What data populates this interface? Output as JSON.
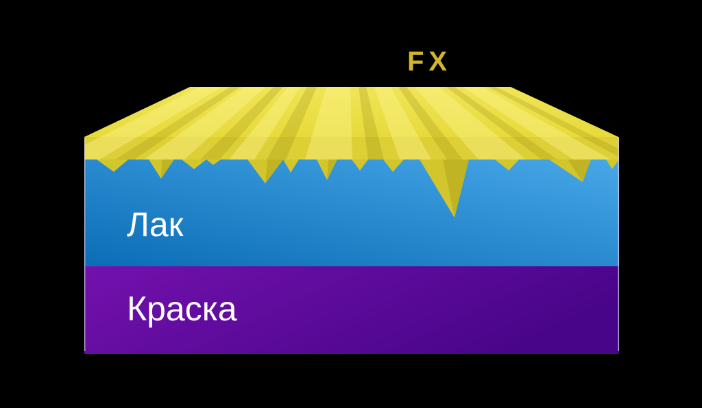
{
  "diagram": {
    "title": "FX",
    "layers": [
      {
        "id": "fx-coat",
        "label": "FX"
      },
      {
        "id": "lacquer",
        "label": "Лак"
      },
      {
        "id": "paint",
        "label": "Краска"
      }
    ]
  },
  "colors": {
    "background": "#000000",
    "fx_text": "#d2b431",
    "label_text": "#ffffff",
    "coat_top_light": "#f0e556",
    "coat_top": "#e7da3c",
    "coat_front": "#ddcf36",
    "spike": "#d3c62c",
    "spike_dark": "#b9ad22",
    "lacquer_dark": "#0b6db6",
    "lacquer_light": "#47a7e8",
    "paint_light": "#7311ad",
    "paint_dark": "#49058a",
    "edge_highlight": "#d8d2ee"
  }
}
